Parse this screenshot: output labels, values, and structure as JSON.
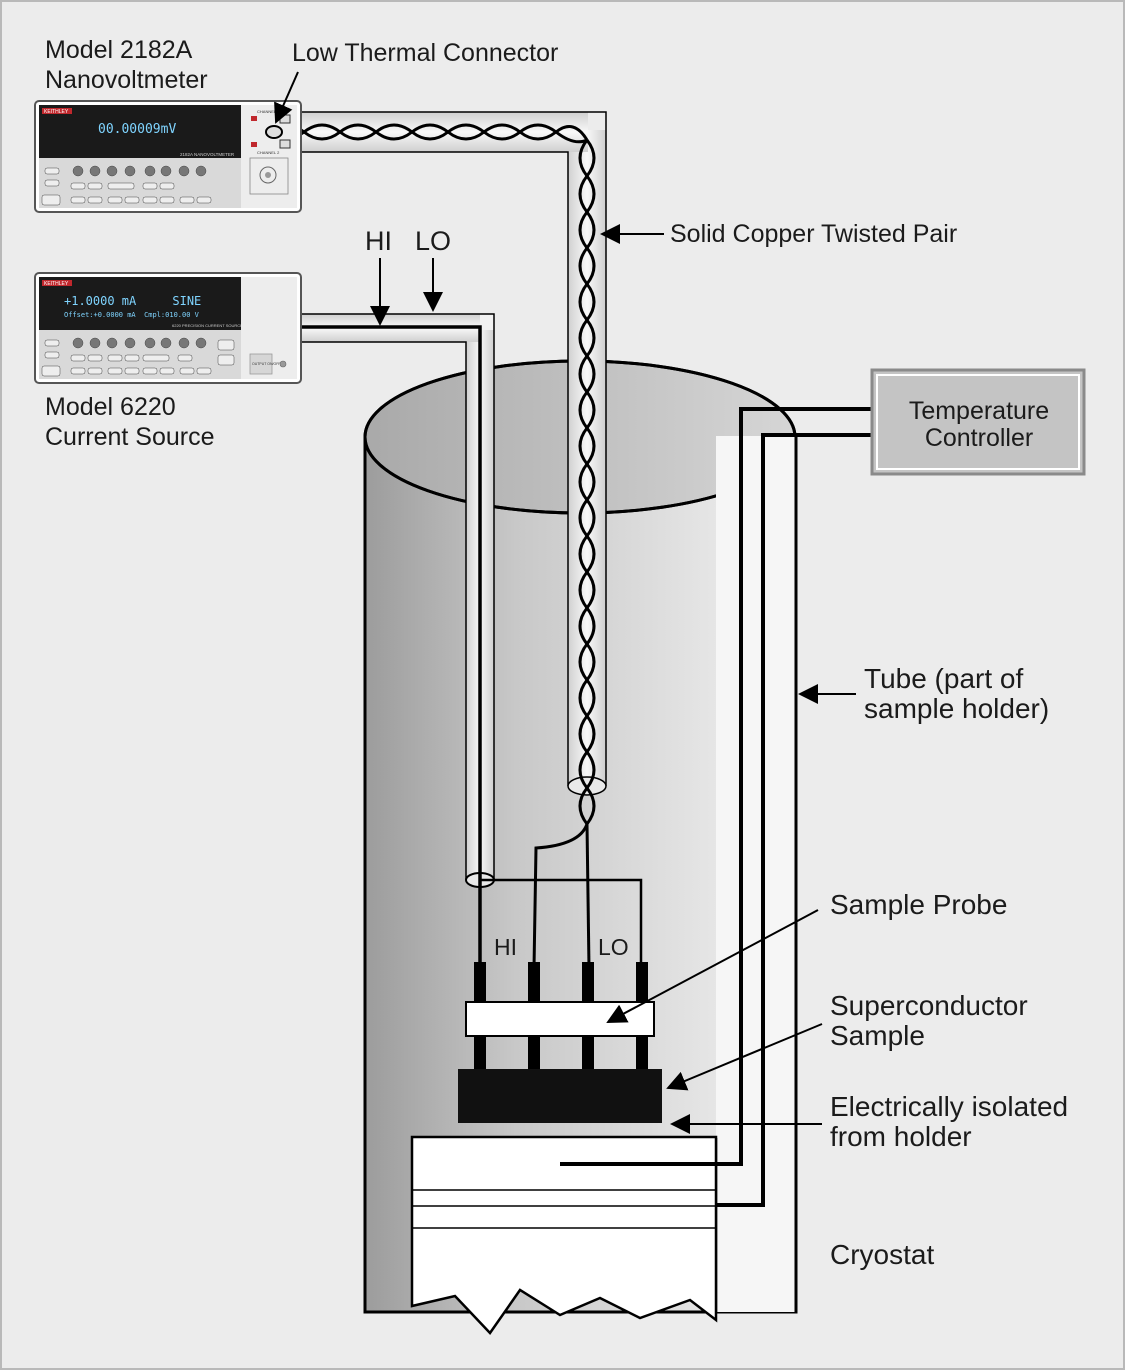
{
  "labels": {
    "nanovoltmeter_line1": "Model 2182A",
    "nanovoltmeter_line2": "Nanovoltmeter",
    "low_thermal_connector": "Low Thermal Connector",
    "current_source_line1": "Model 6220",
    "current_source_line2": "Current Source",
    "hi_top": "HI",
    "lo_top": "LO",
    "twisted_pair": "Solid Copper Twisted Pair",
    "temp_controller_line1": "Temperature",
    "temp_controller_line2": "Controller",
    "tube_line1": "Tube (part of",
    "tube_line2": "sample holder)",
    "sample_probe": "Sample Probe",
    "hi_probe": "HI",
    "lo_probe": "LO",
    "superconductor_line1": "Superconductor",
    "superconductor_line2": "Sample",
    "isolated_line1": "Electrically isolated",
    "isolated_line2": "from holder",
    "cryostat": "Cryostat"
  },
  "instruments": {
    "nanovoltmeter": {
      "brand": "KEITHLEY",
      "display": "00.00009mV",
      "model_text": "2182A NANOVOLTMETER",
      "channel1": "CHANNEL 1",
      "channel2": "CHANNEL 2"
    },
    "current_source": {
      "brand": "KEITHLEY",
      "display_line1": "+1.0000 mA     SINE",
      "display_line2": "Offset:+0.0000 mA  Cmpl:010.00 V",
      "model_text": "6220 PRECISION CURRENT SOURCE",
      "output_button": "OUTPUT ON/OFF"
    }
  },
  "colors": {
    "background": "#ececec",
    "outline": "#000000",
    "cryostat_shade": "#b5b5b5",
    "tube_fill": "#f4f4f4",
    "controller_fill": "#c4c4c4",
    "sample_fill": "#111111",
    "instrument_body": "#e6e6e6",
    "display_bg": "#1a1a1a",
    "display_text": "#7fd4ff",
    "brand_red": "#c0282d"
  }
}
